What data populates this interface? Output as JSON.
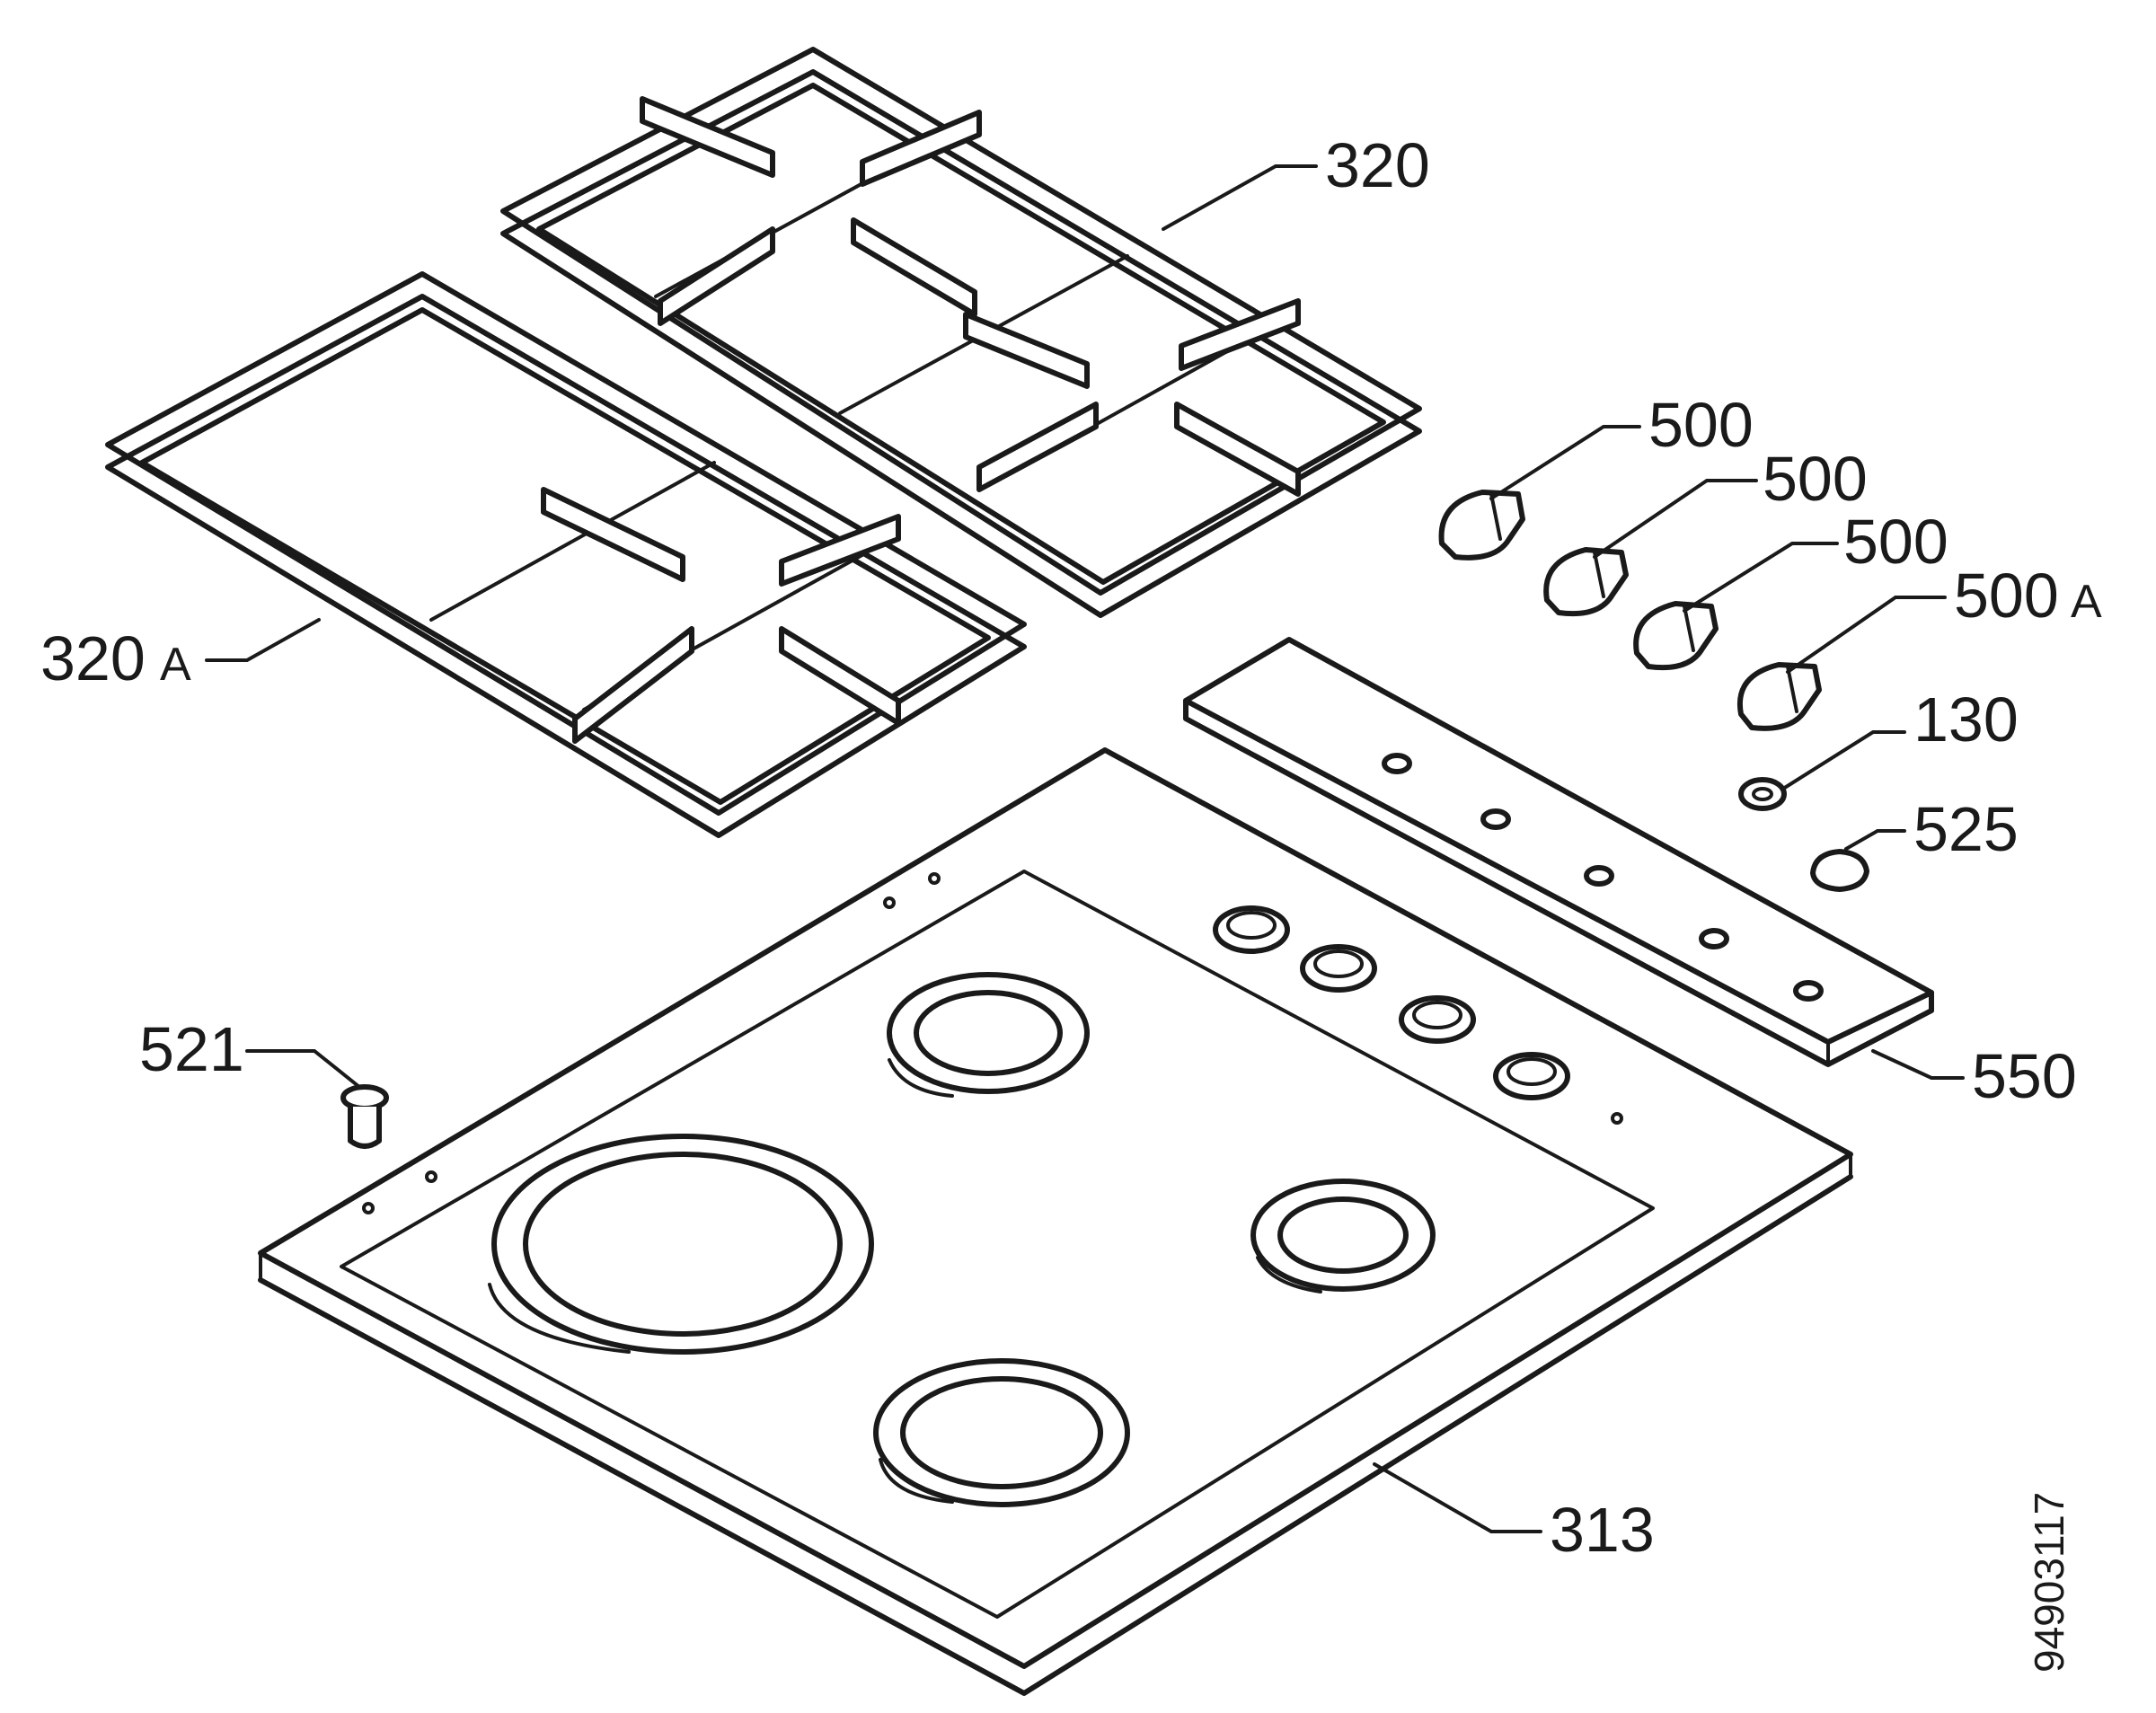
{
  "labels": {
    "grate_right": "320",
    "grate_left": "320",
    "grate_left_suffix": "A",
    "knob_1": "500",
    "knob_2": "500",
    "knob_3": "500",
    "knob_4": "500",
    "knob_4_suffix": "A",
    "ring": "130",
    "cap": "525",
    "panel": "550",
    "plug": "521",
    "hob": "313"
  },
  "document_number": "94903117"
}
